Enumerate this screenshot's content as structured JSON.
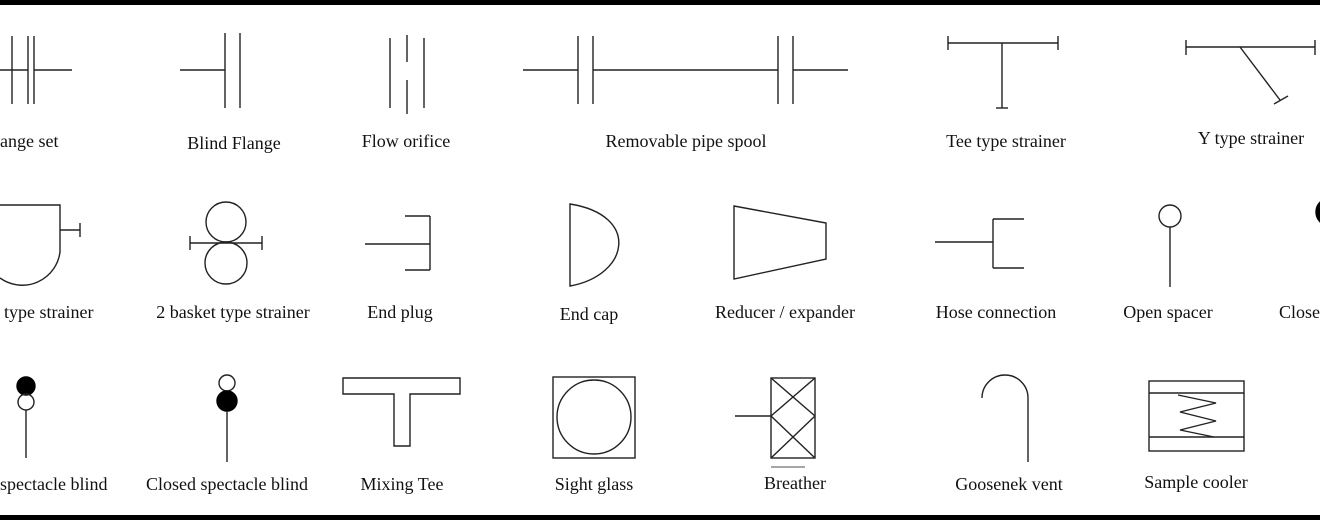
{
  "labels": {
    "flange_set": "ange set",
    "blind_flange": "Blind Flange",
    "flow_orifice": "Flow orifice",
    "removable_pipe_spool": "Removable pipe spool",
    "tee_type_strainer": "Tee type strainer",
    "y_type_strainer": "Y type strainer",
    "basket_type_strainer": "type strainer",
    "two_basket_type_strainer": "2 basket type strainer",
    "end_plug": "End plug",
    "end_cap": "End cap",
    "reducer_expander": "Reducer / expander",
    "hose_connection": "Hose connection",
    "open_spacer": "Open spacer",
    "closed_spacer": "Close",
    "open_spectacle_blind": "spectacle blind",
    "closed_spectacle_blind": "Closed spectacle blind",
    "mixing_tee": "Mixing Tee",
    "sight_glass": "Sight glass",
    "breather": "Breather",
    "goosenek_vent": "Goosenek vent",
    "sample_cooler": "Sample cooler"
  },
  "colors": {
    "line": "#222222",
    "fill": "#000000",
    "background": "#ffffff"
  }
}
